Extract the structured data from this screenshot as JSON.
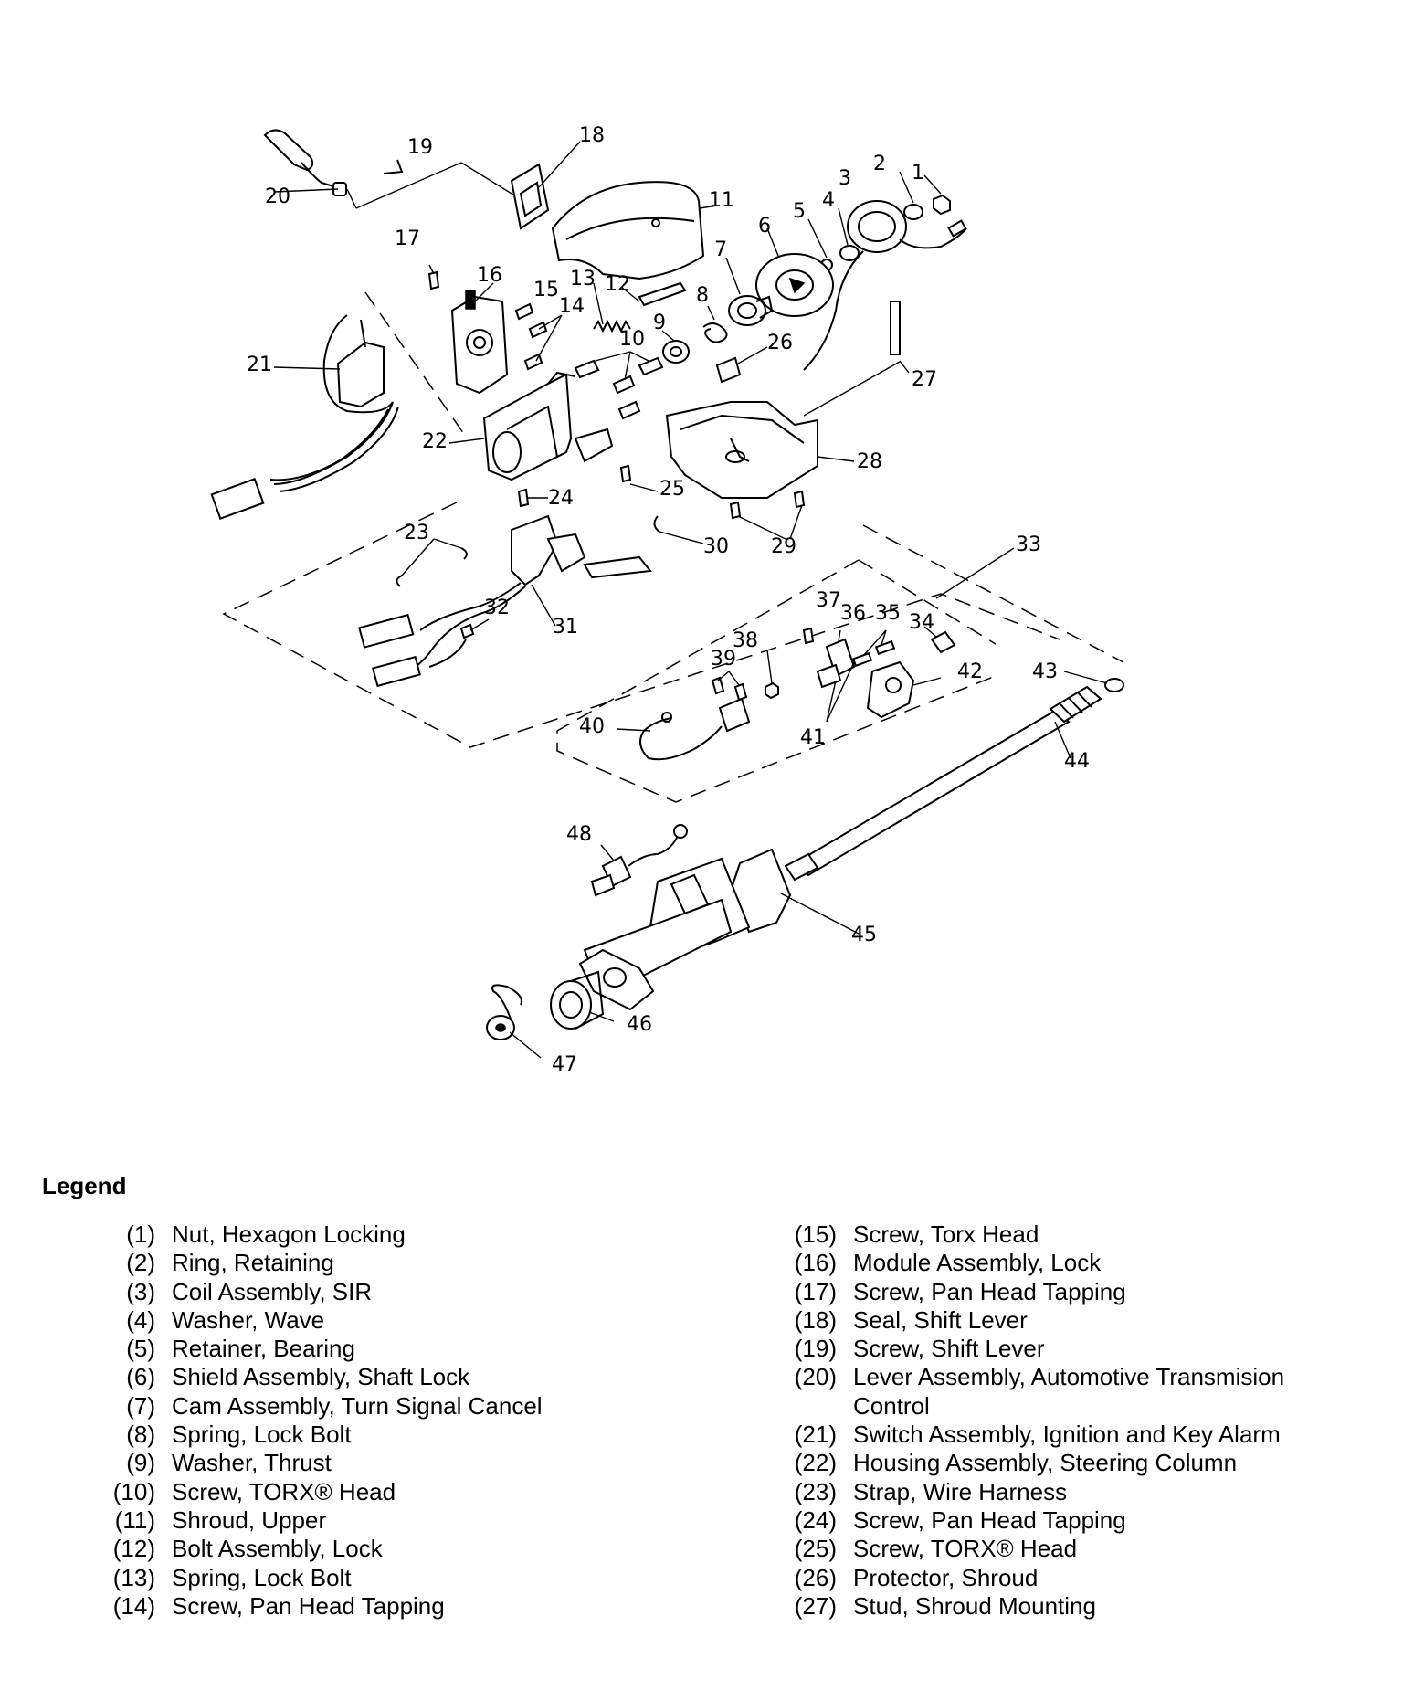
{
  "diagram": {
    "callouts": [
      {
        "n": "1"
      },
      {
        "n": "2"
      },
      {
        "n": "3"
      },
      {
        "n": "4"
      },
      {
        "n": "5"
      },
      {
        "n": "6"
      },
      {
        "n": "7"
      },
      {
        "n": "8"
      },
      {
        "n": "9"
      },
      {
        "n": "10"
      },
      {
        "n": "11"
      },
      {
        "n": "12"
      },
      {
        "n": "13"
      },
      {
        "n": "14"
      },
      {
        "n": "15"
      },
      {
        "n": "16"
      },
      {
        "n": "17"
      },
      {
        "n": "18"
      },
      {
        "n": "19"
      },
      {
        "n": "20"
      },
      {
        "n": "21"
      },
      {
        "n": "22"
      },
      {
        "n": "23"
      },
      {
        "n": "24"
      },
      {
        "n": "25"
      },
      {
        "n": "26"
      },
      {
        "n": "27"
      },
      {
        "n": "28"
      },
      {
        "n": "29"
      },
      {
        "n": "30"
      },
      {
        "n": "31"
      },
      {
        "n": "32"
      },
      {
        "n": "33"
      },
      {
        "n": "34"
      },
      {
        "n": "35"
      },
      {
        "n": "36"
      },
      {
        "n": "37"
      },
      {
        "n": "38"
      },
      {
        "n": "39"
      },
      {
        "n": "40"
      },
      {
        "n": "41"
      },
      {
        "n": "42"
      },
      {
        "n": "43"
      },
      {
        "n": "44"
      },
      {
        "n": "45"
      },
      {
        "n": "46"
      },
      {
        "n": "47"
      },
      {
        "n": "48"
      }
    ]
  },
  "legend": {
    "title": "Legend",
    "left": [
      {
        "num": "(1)",
        "text": "Nut, Hexagon Locking"
      },
      {
        "num": "(2)",
        "text": "Ring, Retaining"
      },
      {
        "num": "(3)",
        "text": "Coil Assembly, SIR"
      },
      {
        "num": "(4)",
        "text": "Washer, Wave"
      },
      {
        "num": "(5)",
        "text": "Retainer, Bearing"
      },
      {
        "num": "(6)",
        "text": "Shield Assembly, Shaft Lock"
      },
      {
        "num": "(7)",
        "text": "Cam Assembly, Turn Signal Cancel"
      },
      {
        "num": "(8)",
        "text": "Spring, Lock Bolt"
      },
      {
        "num": "(9)",
        "text": "Washer, Thrust"
      },
      {
        "num": "(10)",
        "text": "Screw, TORX® Head"
      },
      {
        "num": "(11)",
        "text": "Shroud, Upper"
      },
      {
        "num": "(12)",
        "text": "Bolt Assembly, Lock"
      },
      {
        "num": "(13)",
        "text": "Spring, Lock Bolt"
      },
      {
        "num": "(14)",
        "text": "Screw, Pan Head Tapping"
      }
    ],
    "right": [
      {
        "num": "(15)",
        "text": "Screw, Torx Head"
      },
      {
        "num": "(16)",
        "text": "Module Assembly, Lock"
      },
      {
        "num": "(17)",
        "text": "Screw, Pan Head Tapping"
      },
      {
        "num": "(18)",
        "text": "Seal, Shift Lever"
      },
      {
        "num": "(19)",
        "text": "Screw, Shift Lever"
      },
      {
        "num": "(20)",
        "text": "Lever Assembly, Automotive Transmision"
      },
      {
        "num": "",
        "text": "Control"
      },
      {
        "num": "(21)",
        "text": "Switch Assembly, Ignition and Key Alarm"
      },
      {
        "num": "(22)",
        "text": "Housing Assembly, Steering Column"
      },
      {
        "num": "(23)",
        "text": "Strap, Wire Harness"
      },
      {
        "num": "(24)",
        "text": "Screw, Pan Head Tapping"
      },
      {
        "num": "(25)",
        "text": "Screw, TORX® Head"
      },
      {
        "num": "(26)",
        "text": "Protector, Shroud"
      },
      {
        "num": "(27)",
        "text": "Stud, Shroud Mounting"
      }
    ]
  }
}
